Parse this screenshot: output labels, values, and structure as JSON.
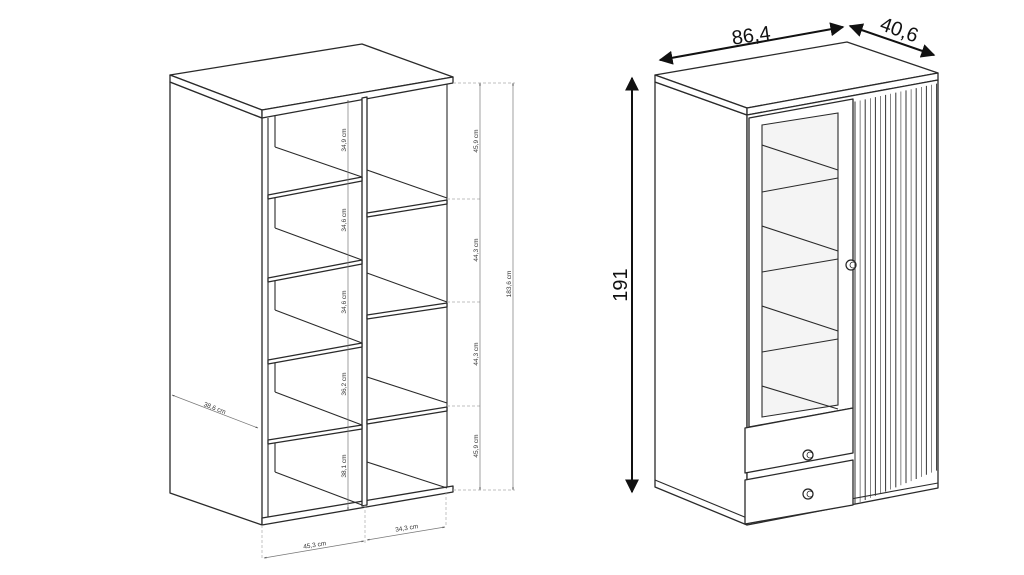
{
  "left_drawing": {
    "left_column_heights": [
      "34,9 cm",
      "34,6 cm",
      "34,6 cm",
      "36,2 cm",
      "38,1 cm"
    ],
    "right_column_heights": [
      "45,9 cm",
      "44,3 cm",
      "44,3 cm",
      "45,9 cm"
    ],
    "inner_height": "183,6 cm",
    "depth": "38,6 cm",
    "left_width": "45,3 cm",
    "right_width": "34,3 cm"
  },
  "right_drawing": {
    "width": "86,4",
    "depth": "40,6",
    "height": "191"
  }
}
